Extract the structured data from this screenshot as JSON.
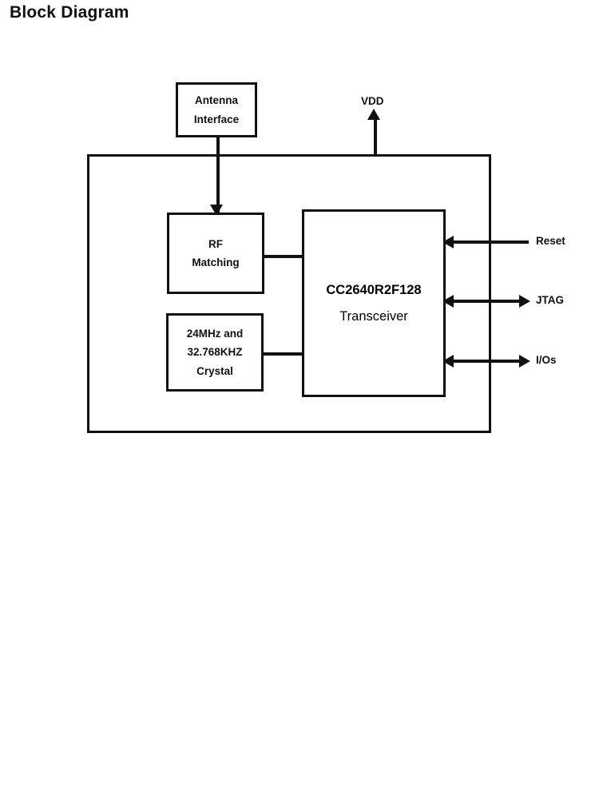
{
  "page": {
    "title": "Block Diagram"
  },
  "diagram": {
    "type": "block-diagram",
    "enclosure": {
      "name": "module-enclosure",
      "label": ""
    },
    "blocks": [
      {
        "id": "antenna-interface",
        "lines": [
          "Antenna",
          "Interface"
        ],
        "line1": "Antenna",
        "line2": "Interface"
      },
      {
        "id": "rf-matching",
        "lines": [
          "RF",
          "Matching"
        ],
        "line1": "RF",
        "line2": "Matching"
      },
      {
        "id": "crystal",
        "lines": [
          "24MHz and",
          "32.768KHZ",
          "Crystal"
        ],
        "line1": "24MHz and",
        "line2": "32.768KHZ",
        "line3": "Crystal"
      },
      {
        "id": "transceiver",
        "lines": [
          "CC2640R2F128",
          "Transceiver"
        ],
        "line1": "CC2640R2F128",
        "line2": "Transceiver"
      }
    ],
    "signals": [
      {
        "id": "vdd",
        "label": "VDD",
        "direction": "out",
        "arrow": "up"
      },
      {
        "id": "reset",
        "label": "Reset",
        "direction": "in",
        "arrow": "left"
      },
      {
        "id": "jtag",
        "label": "JTAG",
        "direction": "bidirectional",
        "arrow": "both"
      },
      {
        "id": "ios",
        "label": "I/Os",
        "direction": "bidirectional",
        "arrow": "both"
      }
    ],
    "connections": [
      {
        "id": "antenna-to-rf",
        "from": "antenna-interface",
        "to": "rf-matching",
        "arrow": "down"
      },
      {
        "id": "rf-to-transceiver",
        "from": "rf-matching",
        "to": "transceiver",
        "arrow": "none"
      },
      {
        "id": "crystal-to-transceiver",
        "from": "crystal",
        "to": "transceiver",
        "arrow": "none"
      }
    ],
    "colors": {
      "line": "#111111",
      "background": "#ffffff",
      "text": "#111111"
    }
  }
}
